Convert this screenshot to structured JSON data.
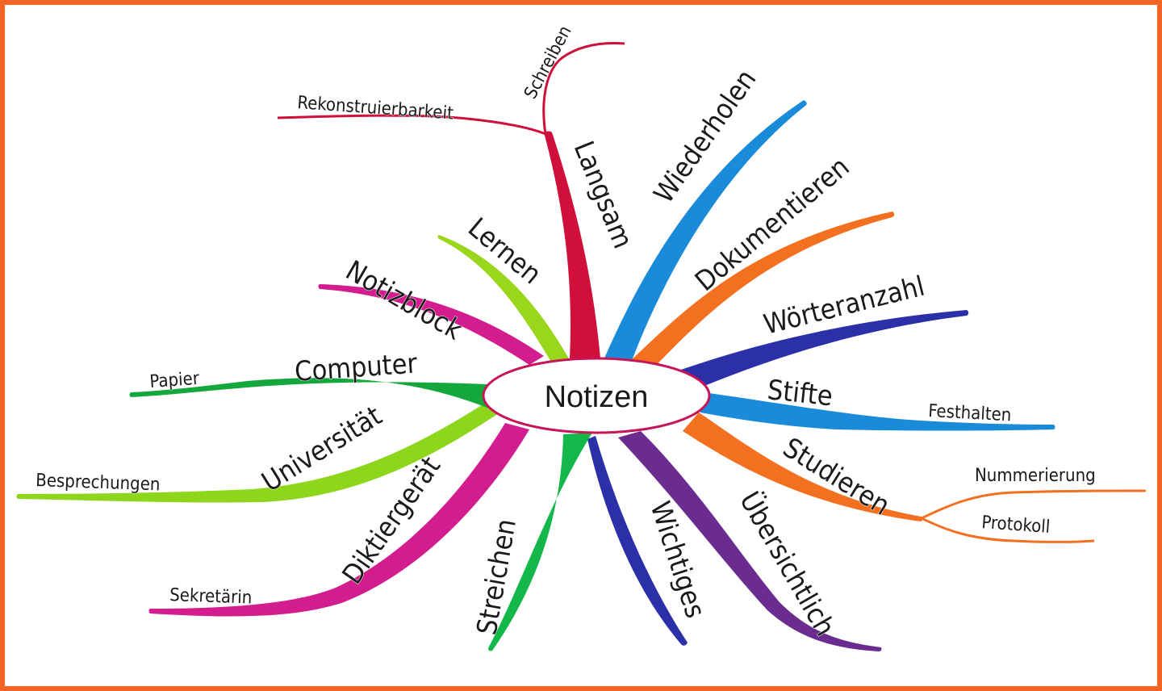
{
  "center": {
    "label": "Notizen",
    "outline": "#c8155a"
  },
  "branches": [
    {
      "id": "langsam",
      "label": "Langsam",
      "color": "#d0103a",
      "subs": [
        {
          "label": "Schreiben"
        },
        {
          "label": "Rekonstruierbarkeit"
        }
      ]
    },
    {
      "id": "wiederholen",
      "label": "Wiederholen",
      "color": "#1a8bd8",
      "subs": []
    },
    {
      "id": "dokumentieren",
      "label": "Dokumentieren",
      "color": "#f37021",
      "subs": []
    },
    {
      "id": "woerteranzahl",
      "label": "Wörteranzahl",
      "color": "#2b2fa8",
      "subs": []
    },
    {
      "id": "stifte",
      "label": "Stifte",
      "color": "#1a8bd8",
      "subs": [
        {
          "label": "Festhalten"
        }
      ]
    },
    {
      "id": "studieren",
      "label": "Studieren",
      "color": "#f37021",
      "subs": [
        {
          "label": "Nummerierung"
        },
        {
          "label": "Protokoll"
        }
      ]
    },
    {
      "id": "uebersichtlich",
      "label": "Übersichtlich",
      "color": "#6b2c8f",
      "subs": []
    },
    {
      "id": "wichtiges",
      "label": "Wichtiges",
      "color": "#2b2fa8",
      "subs": []
    },
    {
      "id": "streichen",
      "label": "Streichen",
      "color": "#14b84a",
      "subs": []
    },
    {
      "id": "diktiergeraet",
      "label": "Diktiergerät",
      "color": "#d31c8d",
      "subs": [
        {
          "label": "Sekretärin"
        }
      ]
    },
    {
      "id": "universitaet",
      "label": "Universität",
      "color": "#8ed61b",
      "subs": [
        {
          "label": "Besprechungen"
        }
      ]
    },
    {
      "id": "computer",
      "label": "Computer",
      "color": "#14a83c",
      "subs": [
        {
          "label": "Papier"
        }
      ]
    },
    {
      "id": "notizblock",
      "label": "Notizblock",
      "color": "#d31c8d",
      "subs": []
    },
    {
      "id": "lernen",
      "label": "Lernen",
      "color": "#9ad61b",
      "subs": []
    }
  ]
}
